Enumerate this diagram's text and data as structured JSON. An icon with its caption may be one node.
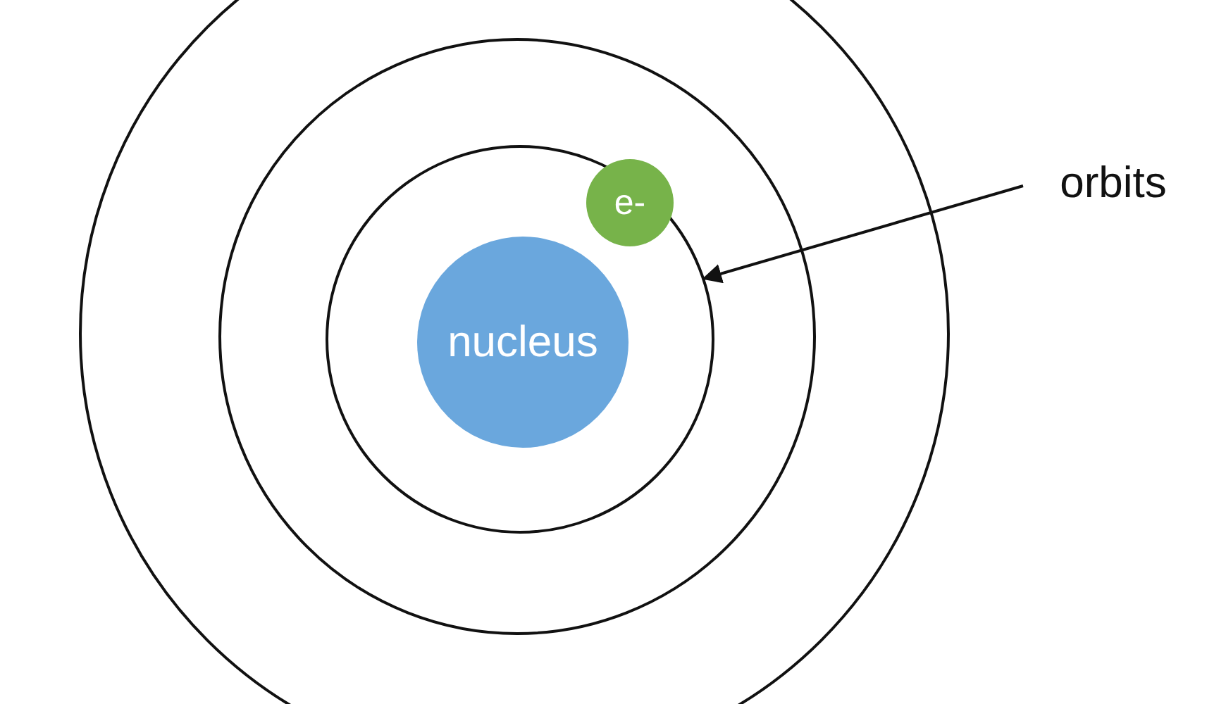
{
  "diagram": {
    "nodes": [
      {
        "text": [],
        "shape": "circle"
      },
      {
        "text": [],
        "shape": "circle",
        "in": 0
      },
      {
        "text": [],
        "shape": "circle",
        "in": 1
      },
      {
        "text": [
          "nucleus"
        ],
        "in": 2
      },
      {
        "text": [
          "e-"
        ],
        "in": 2
      },
      {
        "text": [
          "orbits"
        ]
      }
    ],
    "edges": [
      {
        "from": 5,
        "to": 2,
        "arrow": "to"
      }
    ]
  }
}
